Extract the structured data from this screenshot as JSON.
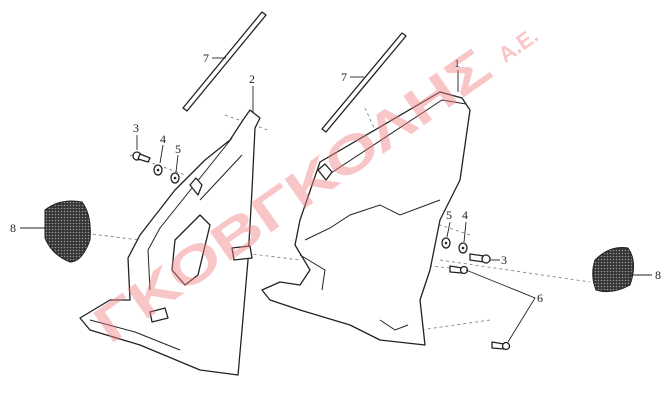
{
  "diagram": {
    "callouts": {
      "seal_left": "7",
      "seal_right": "7",
      "cover_right": "1",
      "cover_left": "2",
      "bolt_left": "3",
      "washer4_left": "4",
      "washer5_left": "5",
      "washer5_right": "5",
      "washer4_right": "4",
      "bolt_right": "3",
      "screw_right": "6",
      "mesh_left": "8",
      "mesh_right": "8"
    },
    "watermark": {
      "name": "ΓΚΟΒΓΚΟΛΗΣ",
      "suffix": "Α.Ε."
    },
    "colors": {
      "line": "#222222",
      "watermark": "#f08080"
    }
  }
}
